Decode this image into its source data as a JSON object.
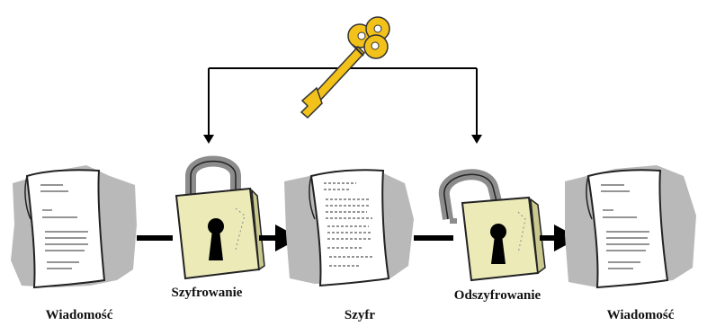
{
  "diagram": {
    "nodes": [
      {
        "id": "plaintext-1",
        "label": "Wiadomość",
        "icon": "document-icon"
      },
      {
        "id": "ciphertext",
        "label": "Szyfr",
        "icon": "document-icon"
      },
      {
        "id": "plaintext-2",
        "label": "Wiadomość",
        "icon": "document-icon"
      }
    ],
    "steps": [
      {
        "id": "encrypt",
        "label": "Szyfrowanie",
        "icon": "closed-padlock-icon"
      },
      {
        "id": "decrypt",
        "label": "Odszyfrowanie",
        "icon": "open-padlock-icon"
      }
    ],
    "key": {
      "icon": "key-icon",
      "color": "#f2c21a"
    },
    "colors": {
      "paper": "#ffffff",
      "shadow": "#b9b9b9",
      "lock_body": "#ecebb8",
      "shackle": "#8c8c8c",
      "arrow": "#000000",
      "key": "#f2c21a"
    }
  }
}
